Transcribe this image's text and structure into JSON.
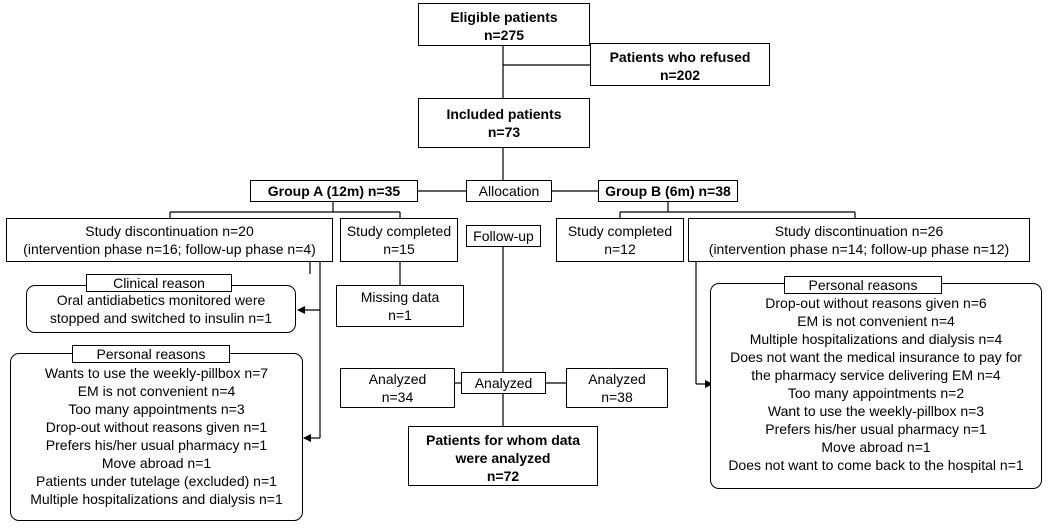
{
  "eligible": {
    "line1": "Eligible patients",
    "line2": "n=275"
  },
  "refused": {
    "line1": "Patients who refused",
    "line2": "n=202"
  },
  "included": {
    "line1": "Included patients",
    "line2": "n=73"
  },
  "allocation": {
    "label": "Allocation"
  },
  "group_a": {
    "label": "Group A (12m) n=35"
  },
  "group_b": {
    "label": "Group B (6m) n=38"
  },
  "follow_up": {
    "label": "Follow-up"
  },
  "a_discontinuation": {
    "line1": "Study discontinuation n=20",
    "line2": "(intervention phase n=16; follow-up phase n=4)"
  },
  "a_completed": {
    "line1": "Study completed",
    "line2": "n=15"
  },
  "b_completed": {
    "line1": "Study completed",
    "line2": "n=12"
  },
  "b_discontinuation": {
    "line1": "Study discontinuation n=26",
    "line2": "(intervention phase n=14; follow-up phase n=12)"
  },
  "clinical": {
    "title": "Clinical reason",
    "line1": "Oral antidiabetics monitored were",
    "line2": "stopped and switched to insulin n=1"
  },
  "missing": {
    "line1": "Missing data",
    "line2": "n=1"
  },
  "a_personal": {
    "title": "Personal reasons",
    "items": [
      "Wants to use the weekly-pillbox n=7",
      "EM is not convenient n=4",
      "Too many appointments n=3",
      "Drop-out without reasons given n=1",
      "Prefers his/her usual pharmacy n=1",
      "Move abroad n=1",
      "Patients under tutelage (excluded) n=1",
      "Multiple hospitalizations and dialysis n=1"
    ]
  },
  "b_personal": {
    "title": "Personal reasons",
    "items": [
      "Drop-out without reasons given n=6",
      "EM is not convenient n=4",
      "Multiple hospitalizations and dialysis n=4",
      "Does not want the medical insurance to pay for",
      "the pharmacy service delivering EM n=4",
      "Too many appointments n=2",
      "Want to use the weekly-pillbox n=3",
      "Prefers his/her usual pharmacy n=1",
      "Move abroad n=1",
      "Does not want to come back to the hospital n=1"
    ]
  },
  "analyzed_a": {
    "line1": "Analyzed",
    "line2": "n=34"
  },
  "analyzed_center": {
    "label": "Analyzed"
  },
  "analyzed_b": {
    "line1": "Analyzed",
    "line2": "n=38"
  },
  "final": {
    "line1": "Patients for whom data",
    "line2": "were analyzed",
    "line3": "n=72"
  }
}
